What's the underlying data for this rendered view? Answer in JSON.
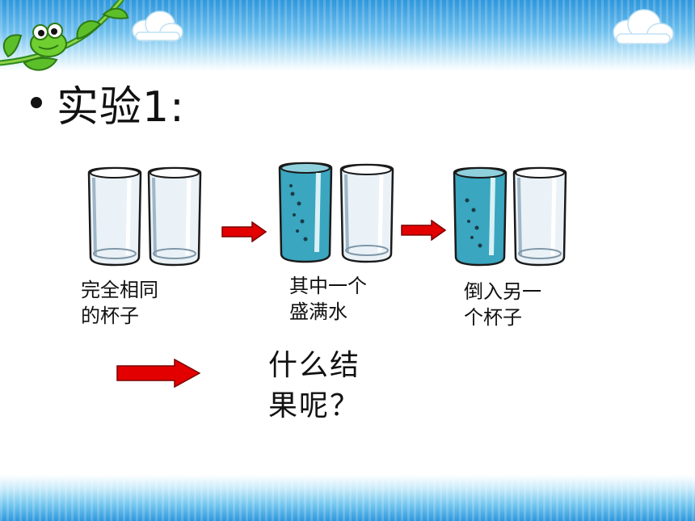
{
  "slide": {
    "heading": "实验1:",
    "captions": [
      {
        "line1": "完全相同",
        "line2": "的杯子"
      },
      {
        "line1": "其中一个",
        "line2": "盛满水"
      },
      {
        "line1": "倒入另一",
        "line2": "个杯子"
      }
    ],
    "question": {
      "line1": "什么结",
      "line2": "果呢？"
    }
  },
  "colors": {
    "band": "#2f97dc",
    "arrow": "#e30000",
    "water": "#3aa6bf",
    "glass_outline": "#1a1a1a"
  },
  "icons": [
    "sprout-frog-icon",
    "cloud-icon",
    "empty-glass-icon",
    "full-water-glass-icon",
    "right-arrow-icon"
  ]
}
